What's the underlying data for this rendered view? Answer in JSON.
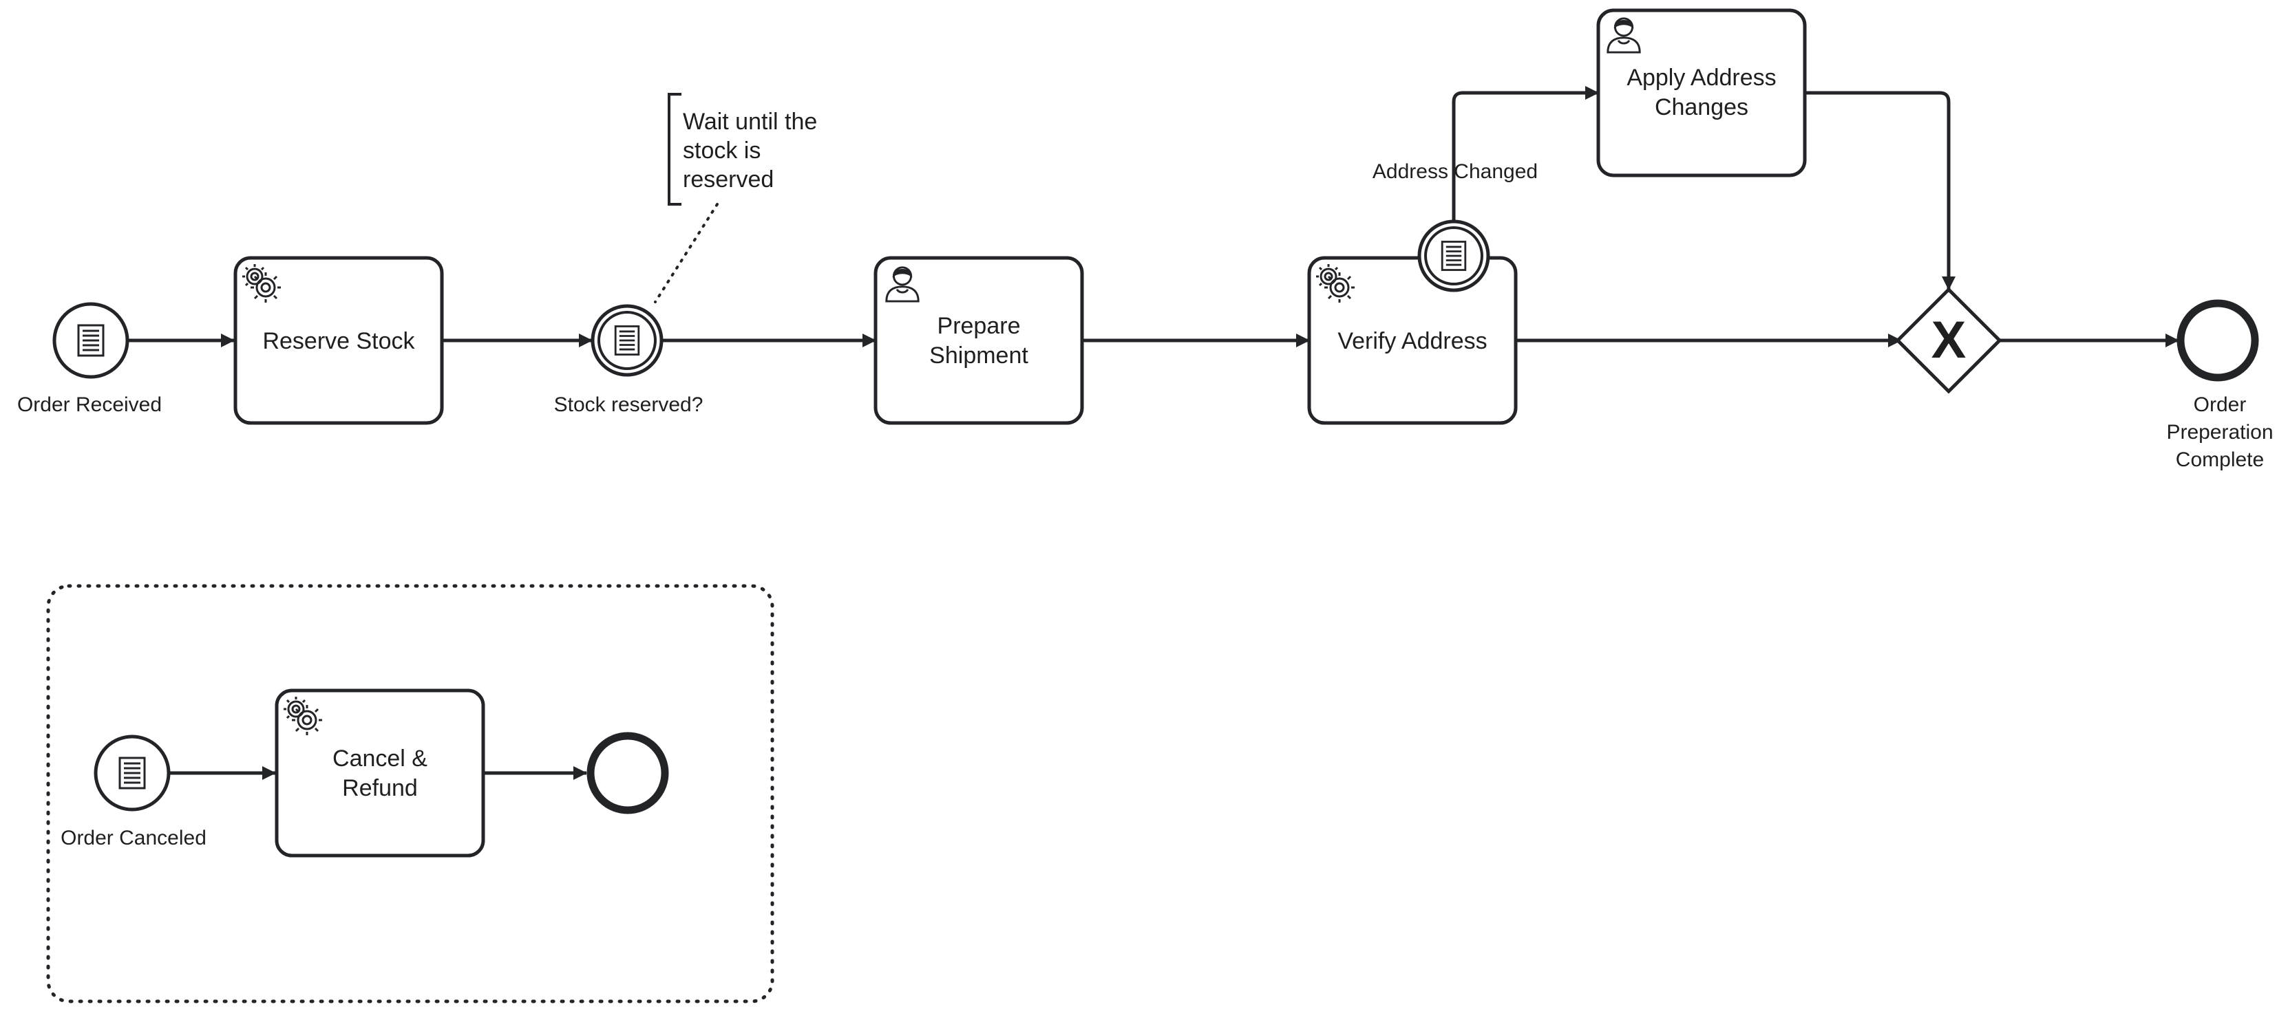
{
  "diagram": {
    "colors": {
      "stroke": "#222427",
      "fill": "#ffffff",
      "text": "#1f1f1f"
    },
    "events": {
      "order_received": "Order Received",
      "stock_reserved": "Stock reserved?",
      "address_changed": "Address Changed",
      "order_preparation_complete": [
        "Order",
        "Preperation",
        "Complete"
      ],
      "order_canceled": "Order Canceled"
    },
    "tasks": {
      "reserve_stock": {
        "lines": [
          "Reserve Stock"
        ],
        "type_icon": "gear-icon"
      },
      "prepare_shipment": {
        "lines": [
          "Prepare",
          "Shipment"
        ],
        "type_icon": "user-icon"
      },
      "verify_address": {
        "lines": [
          "Verify Address"
        ],
        "type_icon": "gear-icon"
      },
      "apply_address_changes": {
        "lines": [
          "Apply Address",
          "Changes"
        ],
        "type_icon": "user-icon"
      },
      "cancel_refund": {
        "lines": [
          "Cancel &",
          "Refund"
        ],
        "type_icon": "gear-icon"
      }
    },
    "annotation": {
      "lines": [
        "Wait until the",
        "stock is",
        "reserved"
      ]
    },
    "gateway": {
      "kind": "exclusive",
      "marker": "X"
    }
  }
}
